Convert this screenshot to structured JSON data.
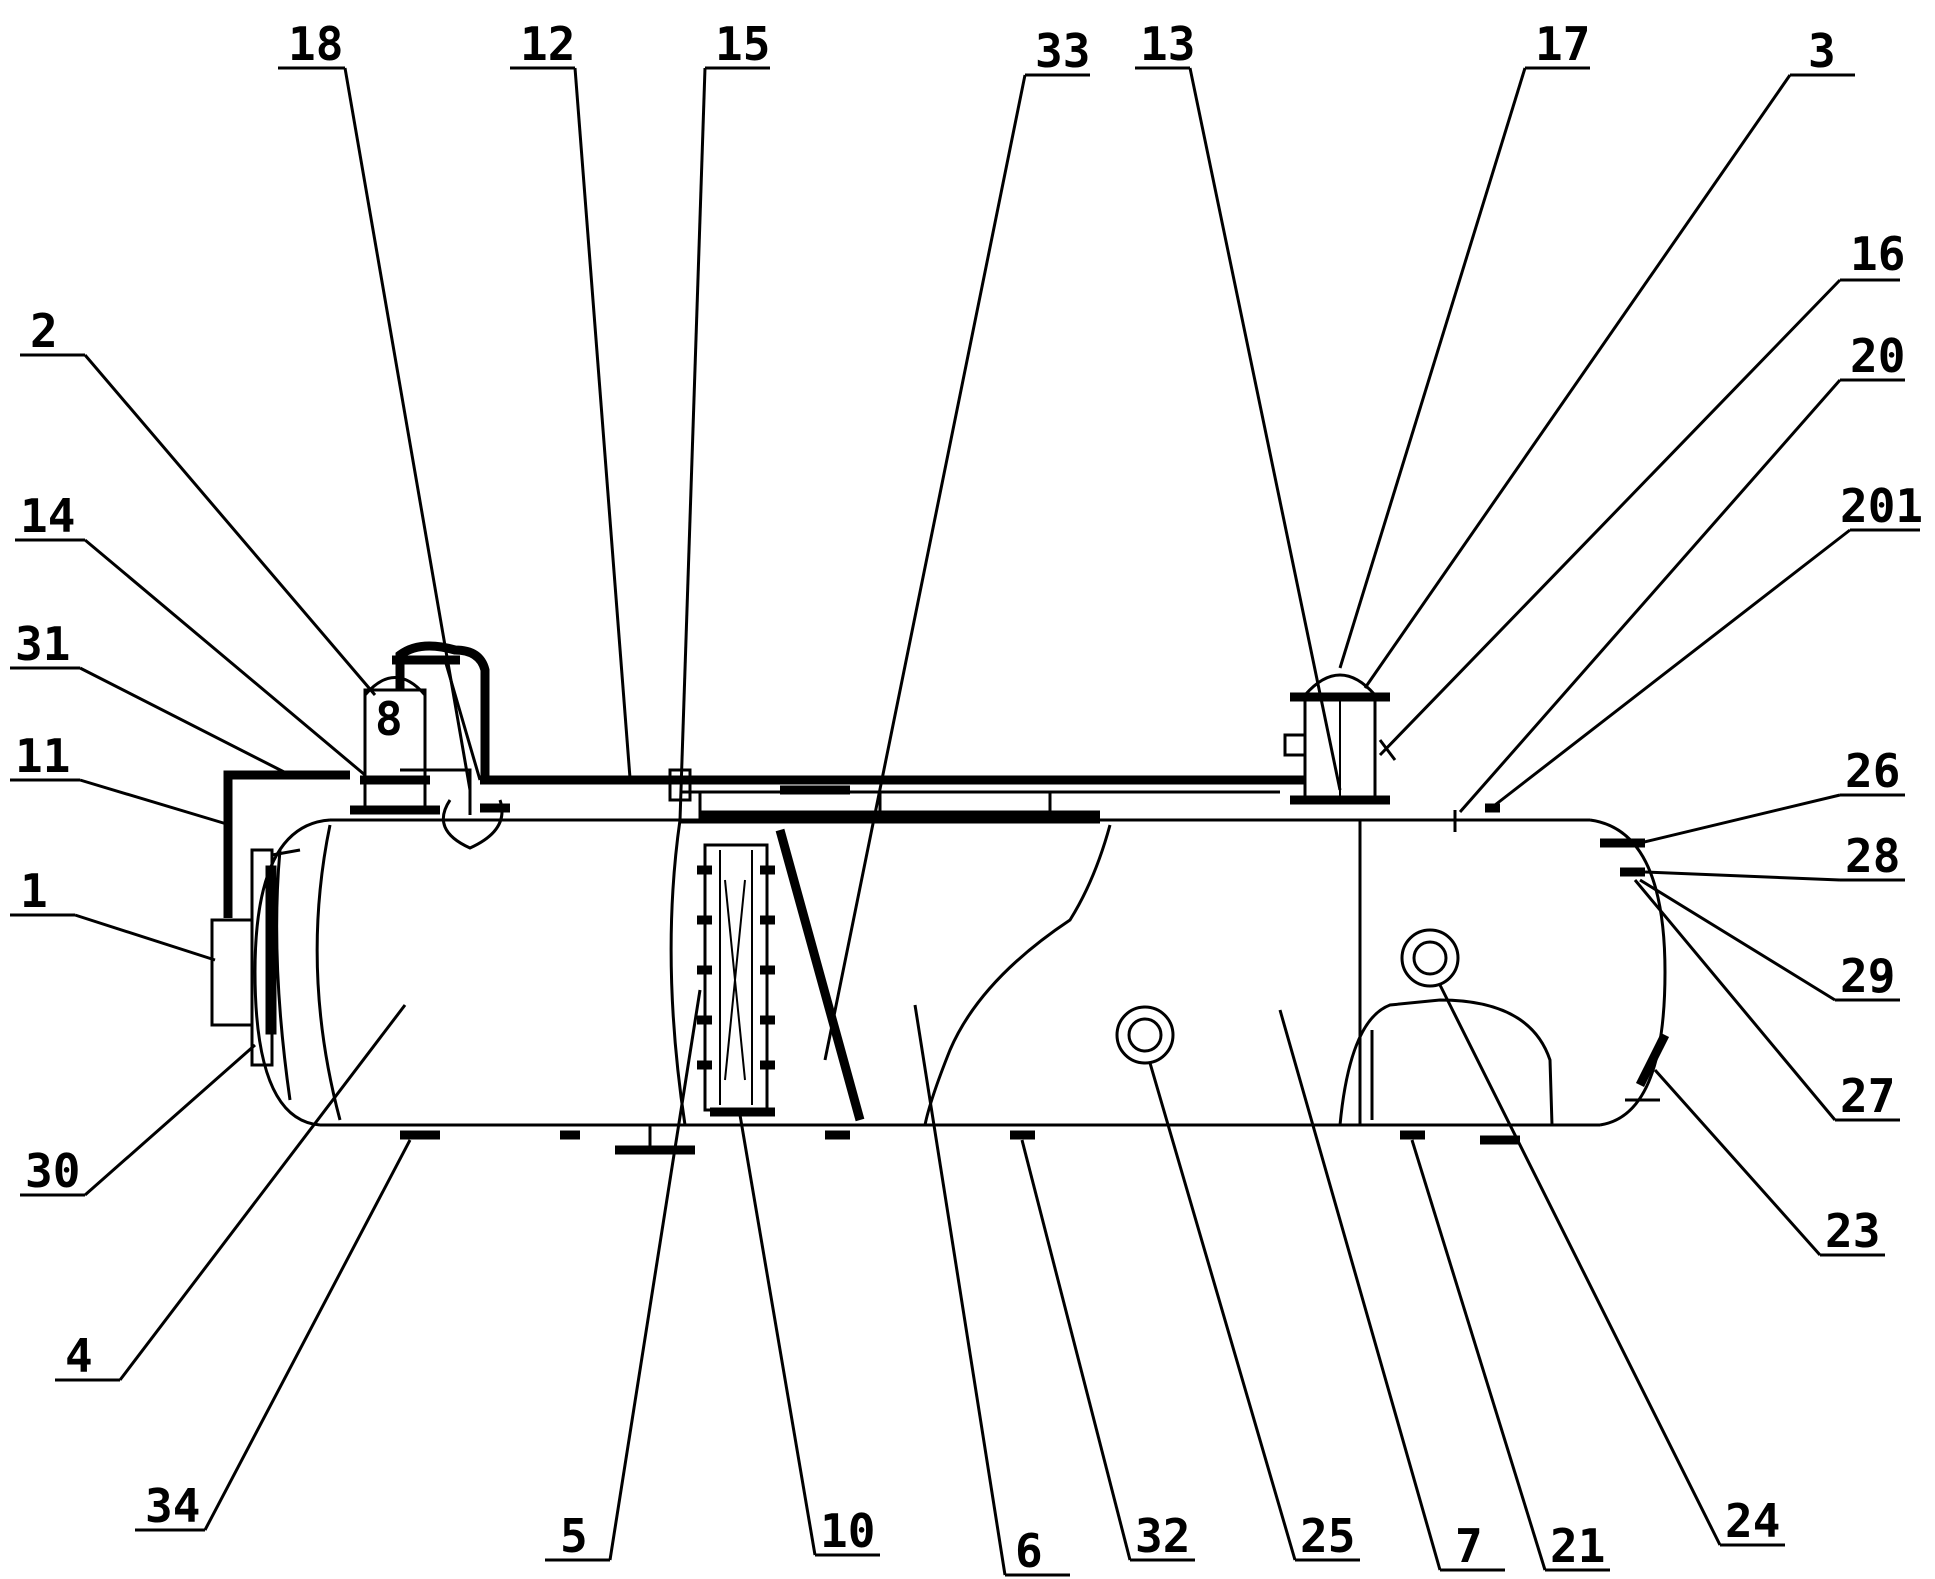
{
  "labels": {
    "l1": "1",
    "l2": "2",
    "l3": "3",
    "l4": "4",
    "l5": "5",
    "l6": "6",
    "l7": "7",
    "l10": "10",
    "l11": "11",
    "l12": "12",
    "l13": "13",
    "l14": "14",
    "l15": "15",
    "l16": "16",
    "l17": "17",
    "l18": "18",
    "l20": "20",
    "l201": "201",
    "l21": "21",
    "l23": "23",
    "l24": "24",
    "l25": "25",
    "l26": "26",
    "l27": "27",
    "l28": "28",
    "l29": "29",
    "l30": "30",
    "l31": "31",
    "l32": "32",
    "l33": "33",
    "l34": "34"
  },
  "colors": {
    "line": "#000000",
    "background": "#ffffff"
  }
}
